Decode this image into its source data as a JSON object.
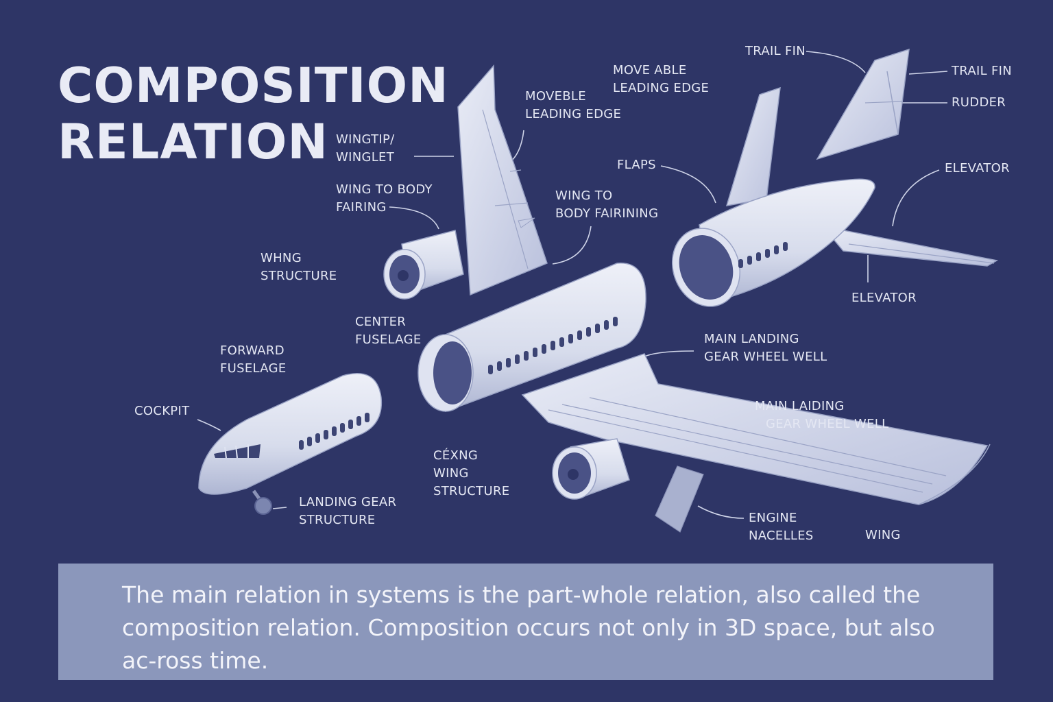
{
  "title": {
    "line1": "COMPOSITION",
    "line2": "RELATION"
  },
  "labels": {
    "trail_fin_top": "TRAIL FIN",
    "trail_fin_right": "TRAIL FIN",
    "rudder": "RUDDER",
    "move_able": {
      "l1": "MOVE ABLE",
      "l2": "LEADING EDGE"
    },
    "moveble": {
      "l1": "MOVEBLE",
      "l2": "LEADING EDGE"
    },
    "wingtip": {
      "l1": "WINGTIP/",
      "l2": "WINGLET"
    },
    "wing_body_fairing": {
      "l1": "WING TO BODY",
      "l2": "FAIRING"
    },
    "wing_body_fairining": {
      "l1": "WING TO",
      "l2": "BODY FAIRINING"
    },
    "flaps": "FLAPS",
    "elevator_top": "ELEVATOR",
    "elevator_bottom": "ELEVATOR",
    "whng_structure": {
      "l1": "WHNG",
      "l2": "STRUCTURE"
    },
    "center_fuselage": {
      "l1": "CENTER",
      "l2": "FUSELAGE"
    },
    "forward_fuselage": {
      "l1": "FORWARD",
      "l2": "FUSELAGE"
    },
    "main_landing_gear": {
      "l1": "MAIN LANDING",
      "l2": "GEAR WHEEL WELL"
    },
    "main_laiding_gear": {
      "l1": "MAIN LAIDING",
      "l2": "GEAR WHEEL WELL"
    },
    "cockpit": "COCKPIT",
    "cexng_wing": {
      "l1": "CÉXNG",
      "l2": "WING",
      "l3": "STRUCTURE"
    },
    "landing_gear": {
      "l1": "LANDING GEAR",
      "l2": "STRUCTURE"
    },
    "engine_nacelles": {
      "l1": "ENGINE",
      "l2": "NACELLES"
    },
    "wing": "WING"
  },
  "caption": "The main relation in systems is the part-whole relation, also called the composition relation. Composition occurs not only in 3D space, but also ac-ross time.",
  "colors": {
    "background": "#2e3566",
    "part_fill": "#dfe3f1",
    "part_shade": "#a9b1cf",
    "window": "#3c4474",
    "caption_box": "#8b97bb"
  }
}
